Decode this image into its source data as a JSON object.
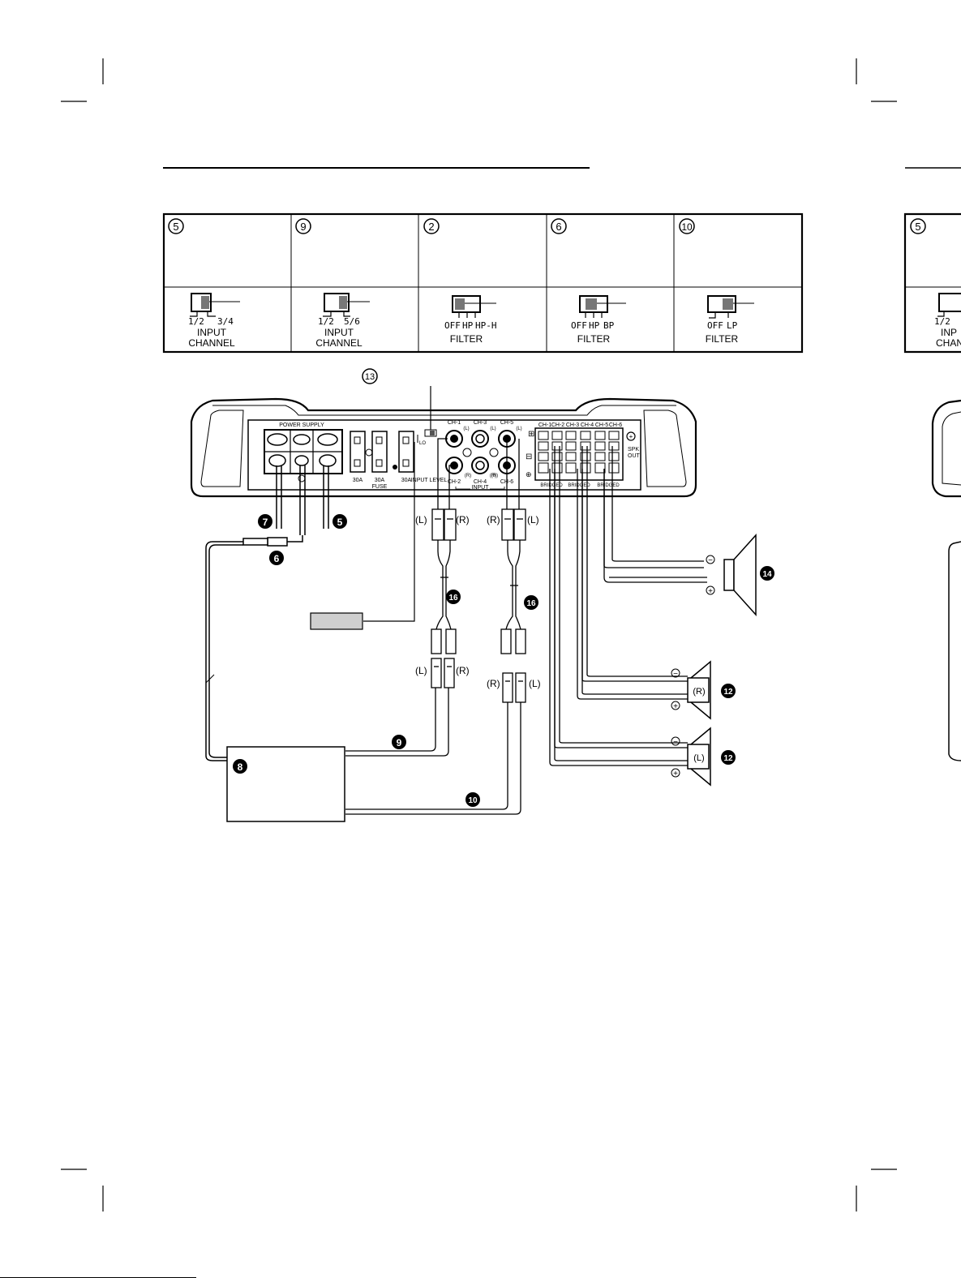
{
  "switch_table": [
    {
      "num": "5",
      "options": [
        "1/2",
        "3/4"
      ],
      "label_line1": "INPUT",
      "label_line2": "CHANNEL"
    },
    {
      "num": "9",
      "options": [
        "1/2",
        "5/6"
      ],
      "label_line1": "INPUT",
      "label_line2": "CHANNEL"
    },
    {
      "num": "2",
      "options": [
        "OFF",
        "HP",
        "HP-H"
      ],
      "label_line1": "FILTER",
      "label_line2": ""
    },
    {
      "num": "6",
      "options": [
        "OFF",
        "HP",
        "BP"
      ],
      "label_line1": "FILTER",
      "label_line2": ""
    },
    {
      "num": "10",
      "options": [
        "OFF",
        "LP"
      ],
      "label_line1": "FILTER",
      "label_line2": ""
    }
  ],
  "right_table_partial": {
    "num": "5",
    "opt": "1/2",
    "label_line1": "INP",
    "label_line2": "CHAN"
  },
  "amplifier": {
    "power_supply": "POWER SUPPLY",
    "fuse_ratings": [
      "30A",
      "30A",
      "30A"
    ],
    "fuse_label": "FUSE",
    "input_level": "INPUT LEVEL",
    "input_level_lo": "LO",
    "input_channels": [
      "CH-1",
      "CH-3",
      "CH-5",
      "CH-2",
      "CH-4",
      "CH-6"
    ],
    "input_lr": [
      "(L)",
      "(L)",
      "(L)",
      "(R)",
      "(R)",
      "(R)"
    ],
    "input_label": "INPUT",
    "spk_channels": [
      "CH-1",
      "CH-2",
      "CH-3",
      "CH-4",
      "CH-5",
      "CH-6"
    ],
    "spk_out": [
      "SPK",
      "OUT"
    ],
    "bridged": [
      "BRIDGED",
      "BRIDGED",
      "BRIDGED"
    ]
  },
  "callouts": {
    "c13": "13",
    "c7": "7",
    "c5": "5",
    "c6": "6",
    "c16a": "16",
    "c16b": "16",
    "c9": "9",
    "c10": "10",
    "c8": "8",
    "c14": "14",
    "c12a": "12",
    "c12b": "12"
  },
  "rca_labels": {
    "top_left_l": "(L)",
    "top_left_r": "(R)",
    "top_right_r": "(R)",
    "top_right_l": "(L)",
    "bot_left_l": "(L)",
    "bot_left_r": "(R)",
    "bot_right_r": "(R)",
    "bot_right_l": "(L)"
  },
  "speakers": {
    "right": "(R)",
    "left": "(L)",
    "minus": "−",
    "plus": "+"
  }
}
